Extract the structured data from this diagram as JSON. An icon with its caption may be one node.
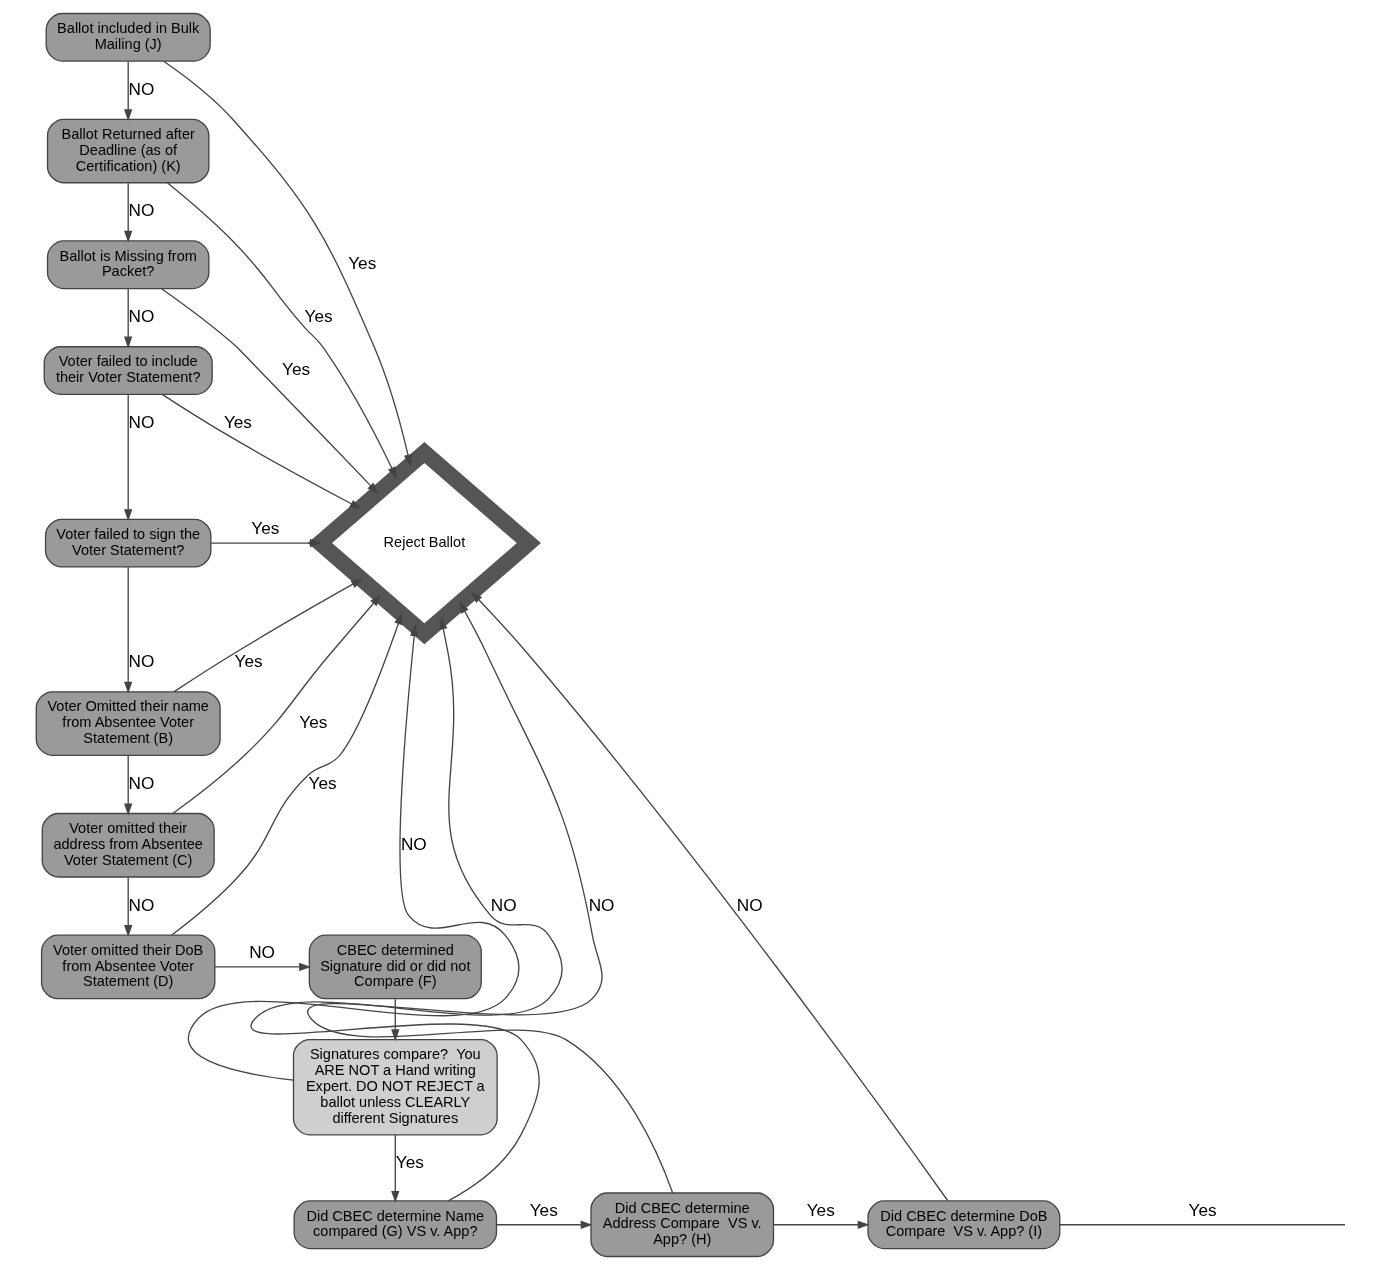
{
  "diagram": {
    "nodes": [
      {
        "text": [
          "Ballot included in Bulk Mailing (J)"
        ]
      },
      {
        "text": [
          "Ballot Returned after Deadline (as of Certification) (K)"
        ]
      },
      {
        "text": [
          "Ballot is Missing from Packet?"
        ]
      },
      {
        "text": [
          "Voter failed to include their Voter Statement?"
        ]
      },
      {
        "text": [
          "Voter failed to sign the Voter Statement?"
        ]
      },
      {
        "text": [
          "Voter Omitted their name from Absentee Voter Statement (B)"
        ]
      },
      {
        "text": [
          "Voter omitted their address from Absentee Voter Statement (C)"
        ]
      },
      {
        "text": [
          "Voter omitted their DoB from Absentee Voter Statement (D)"
        ]
      },
      {
        "text": [
          "Reject Ballot"
        ]
      },
      {
        "text": [
          "CBEC determined Signature did or did not Compare (F)"
        ]
      },
      {
        "text": [
          "Signatures compare?  You ARE NOT a Hand writing Expert. DO NOT REJECT a ballot unless CLEARLY different Signatures"
        ]
      },
      {
        "text": [
          "Did CBEC determine Name compared (G) VS v. App?"
        ]
      },
      {
        "text": [
          "Did CBEC determine Address Compare  VS v. App? (H)"
        ]
      },
      {
        "text": [
          "Did CBEC determine DoB Compare  VS v. App? (I)"
        ]
      }
    ],
    "edges": [
      {
        "from": 0,
        "to": 1,
        "arrow": "to",
        "label": "NO"
      },
      {
        "from": 0,
        "to": 8,
        "arrow": "to",
        "label": "Yes"
      },
      {
        "from": 1,
        "to": 2,
        "arrow": "to",
        "label": "NO"
      },
      {
        "from": 1,
        "to": 8,
        "arrow": "to",
        "label": "Yes"
      },
      {
        "from": 2,
        "to": 3,
        "arrow": "to",
        "label": "NO"
      },
      {
        "from": 2,
        "to": 8,
        "arrow": "to",
        "label": "Yes"
      },
      {
        "from": 3,
        "to": 4,
        "arrow": "to",
        "label": "NO"
      },
      {
        "from": 3,
        "to": 8,
        "arrow": "to",
        "label": "Yes"
      },
      {
        "from": 4,
        "to": 5,
        "arrow": "to",
        "label": "NO"
      },
      {
        "from": 4,
        "to": 8,
        "arrow": "to",
        "label": "Yes"
      },
      {
        "from": 5,
        "to": 6,
        "arrow": "to",
        "label": "NO"
      },
      {
        "from": 5,
        "to": 8,
        "arrow": "to",
        "label": "Yes"
      },
      {
        "from": 6,
        "to": 7,
        "arrow": "to",
        "label": "NO"
      },
      {
        "from": 6,
        "to": 8,
        "arrow": "to",
        "label": "Yes"
      },
      {
        "from": 7,
        "to": 9,
        "arrow": "to",
        "label": "NO"
      },
      {
        "from": 7,
        "to": 8,
        "arrow": "to",
        "label": "Yes"
      },
      {
        "from": 9,
        "to": 10,
        "arrow": "to"
      },
      {
        "from": 10,
        "to": 8,
        "arrow": "to",
        "label": "NO"
      },
      {
        "from": 10,
        "to": 11,
        "arrow": "to",
        "label": "Yes"
      },
      {
        "from": 11,
        "to": 8,
        "arrow": "to",
        "label": "NO"
      },
      {
        "from": 11,
        "to": 12,
        "arrow": "to",
        "label": "Yes"
      },
      {
        "from": 12,
        "to": 8,
        "arrow": "to",
        "label": "NO"
      },
      {
        "from": 12,
        "to": 13,
        "arrow": "to",
        "label": "Yes"
      },
      {
        "from": 13,
        "to": 8,
        "arrow": "to",
        "label": "NO"
      },
      {
        "from": 13,
        "to": null,
        "arrow": "none",
        "label": "Yes"
      }
    ]
  }
}
